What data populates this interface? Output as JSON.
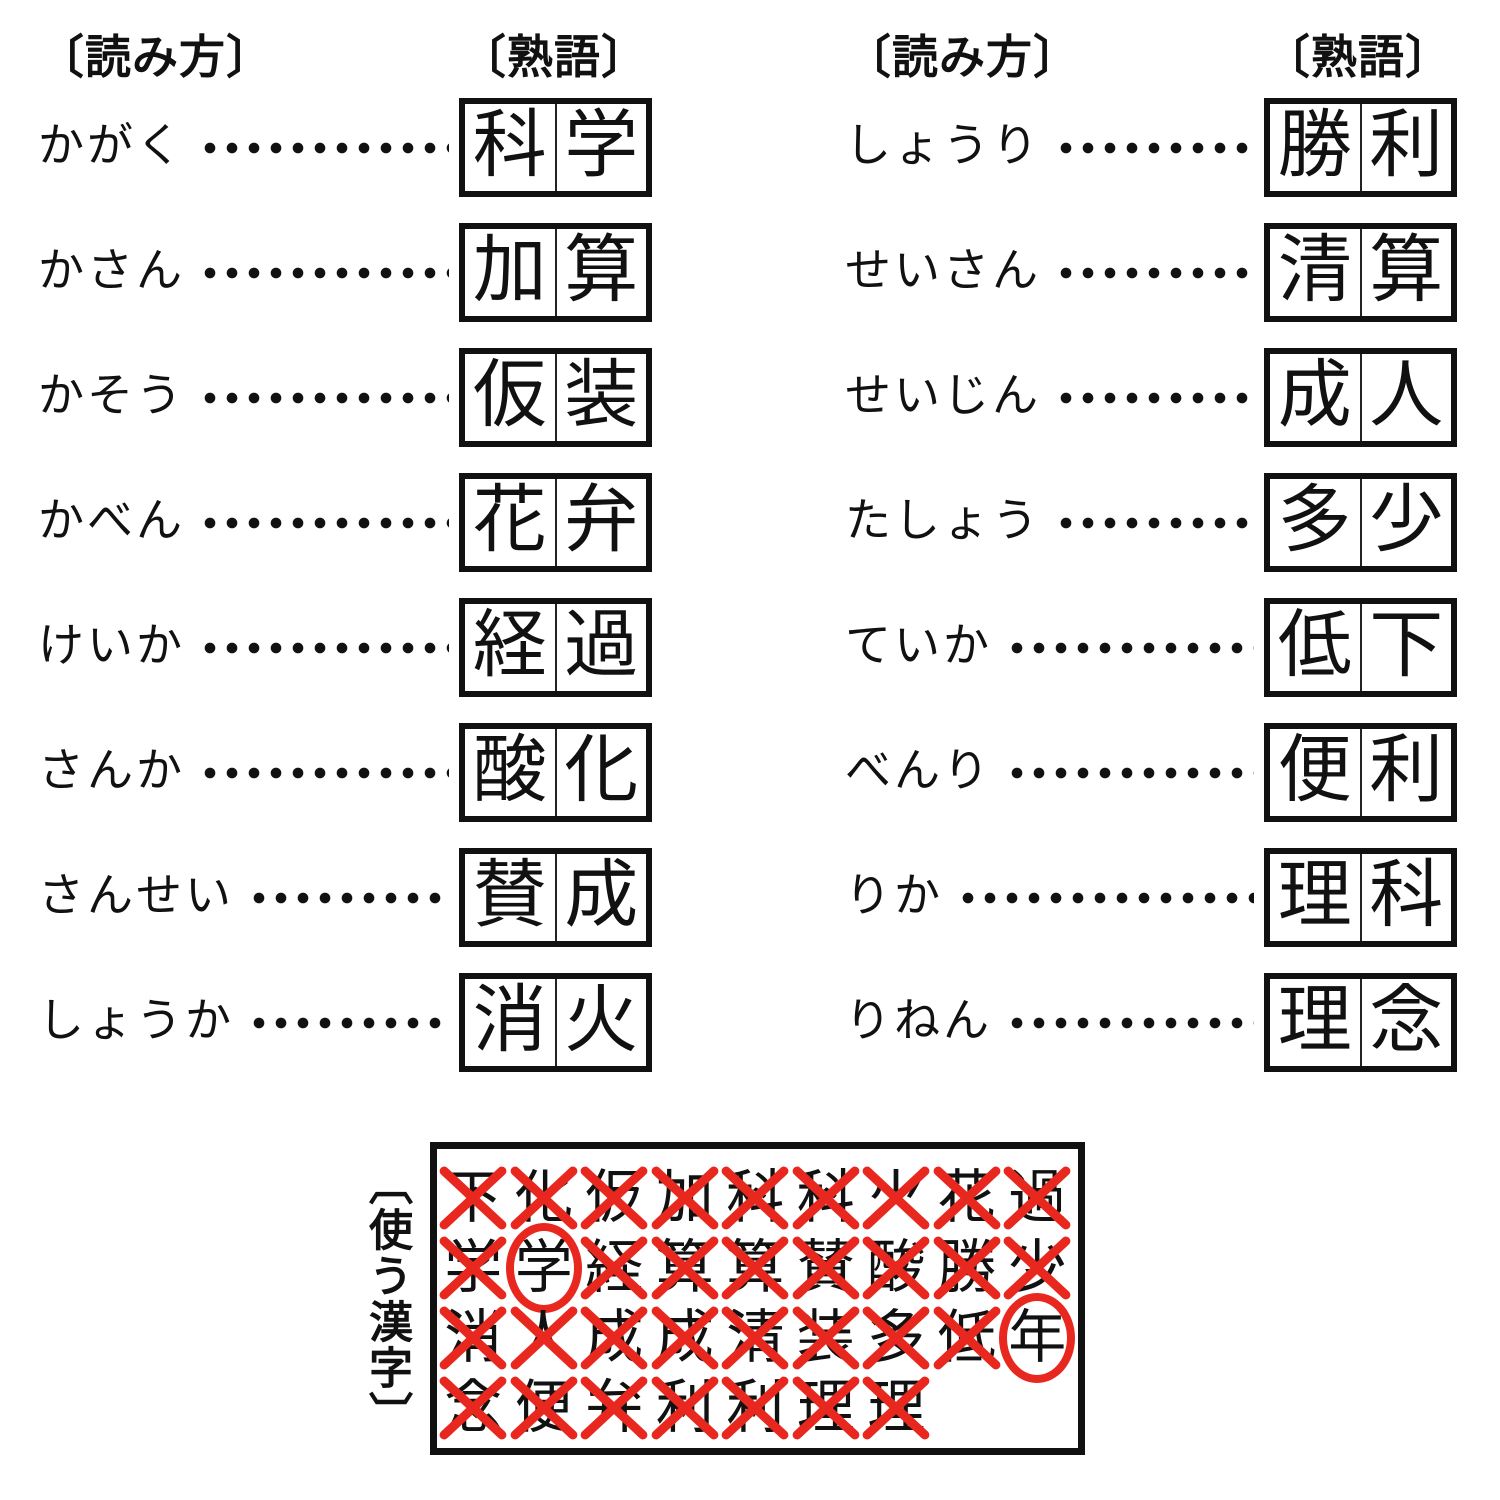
{
  "colors": {
    "ink": "#111111",
    "red": "#e8281e",
    "background": "#ffffff"
  },
  "headers": {
    "reading": "〔読み方〕",
    "jukugo": "〔熟語〕"
  },
  "columns": [
    {
      "rows": [
        {
          "reading": "かがく",
          "kanji": [
            "科",
            "学"
          ]
        },
        {
          "reading": "かさん",
          "kanji": [
            "加",
            "算"
          ]
        },
        {
          "reading": "かそう",
          "kanji": [
            "仮",
            "装"
          ]
        },
        {
          "reading": "かべん",
          "kanji": [
            "花",
            "弁"
          ]
        },
        {
          "reading": "けいか",
          "kanji": [
            "経",
            "過"
          ]
        },
        {
          "reading": "さんか",
          "kanji": [
            "酸",
            "化"
          ]
        },
        {
          "reading": "さんせい",
          "kanji": [
            "賛",
            "成"
          ]
        },
        {
          "reading": "しょうか",
          "kanji": [
            "消",
            "火"
          ]
        }
      ]
    },
    {
      "rows": [
        {
          "reading": "しょうり",
          "kanji": [
            "勝",
            "利"
          ]
        },
        {
          "reading": "せいさん",
          "kanji": [
            "清",
            "算"
          ]
        },
        {
          "reading": "せいじん",
          "kanji": [
            "成",
            "人"
          ]
        },
        {
          "reading": "たしょう",
          "kanji": [
            "多",
            "少"
          ]
        },
        {
          "reading": "ていか",
          "kanji": [
            "低",
            "下"
          ]
        },
        {
          "reading": "べんり",
          "kanji": [
            "便",
            "利"
          ]
        },
        {
          "reading": "りか",
          "kanji": [
            "理",
            "科"
          ]
        },
        {
          "reading": "りねん",
          "kanji": [
            "理",
            "念"
          ]
        }
      ]
    }
  ],
  "kanji_bank": {
    "label": "〔使う漢字〕",
    "rows": [
      [
        {
          "char": "下",
          "mark": "cross"
        },
        {
          "char": "化",
          "mark": "cross"
        },
        {
          "char": "仮",
          "mark": "cross"
        },
        {
          "char": "加",
          "mark": "cross"
        },
        {
          "char": "科",
          "mark": "cross"
        },
        {
          "char": "科",
          "mark": "cross"
        },
        {
          "char": "火",
          "mark": "cross"
        },
        {
          "char": "花",
          "mark": "cross"
        },
        {
          "char": "過",
          "mark": "cross"
        }
      ],
      [
        {
          "char": "学",
          "mark": "cross"
        },
        {
          "char": "学",
          "mark": "circle"
        },
        {
          "char": "経",
          "mark": "cross"
        },
        {
          "char": "算",
          "mark": "cross"
        },
        {
          "char": "算",
          "mark": "cross"
        },
        {
          "char": "賛",
          "mark": "cross"
        },
        {
          "char": "酸",
          "mark": "cross"
        },
        {
          "char": "勝",
          "mark": "cross"
        },
        {
          "char": "少",
          "mark": "cross"
        }
      ],
      [
        {
          "char": "消",
          "mark": "cross"
        },
        {
          "char": "人",
          "mark": "cross"
        },
        {
          "char": "成",
          "mark": "cross"
        },
        {
          "char": "成",
          "mark": "cross"
        },
        {
          "char": "清",
          "mark": "cross"
        },
        {
          "char": "装",
          "mark": "cross"
        },
        {
          "char": "多",
          "mark": "cross"
        },
        {
          "char": "低",
          "mark": "cross"
        },
        {
          "char": "年",
          "mark": "circle"
        }
      ],
      [
        {
          "char": "念",
          "mark": "cross"
        },
        {
          "char": "便",
          "mark": "cross"
        },
        {
          "char": "弁",
          "mark": "cross"
        },
        {
          "char": "利",
          "mark": "cross"
        },
        {
          "char": "利",
          "mark": "cross"
        },
        {
          "char": "理",
          "mark": "cross"
        },
        {
          "char": "理",
          "mark": "cross"
        }
      ]
    ]
  }
}
